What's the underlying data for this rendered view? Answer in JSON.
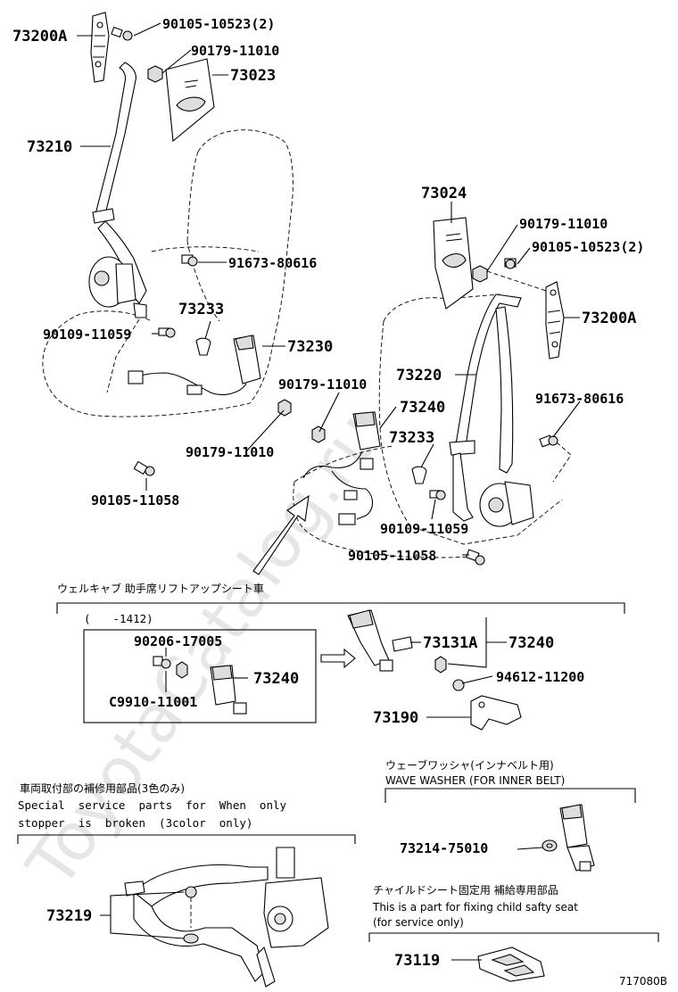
{
  "watermark": "ToyotaCatalog.ru",
  "main": {
    "labels": [
      {
        "id": "73200a-left",
        "text": "73200A",
        "big": true
      },
      {
        "id": "90105-10523-left",
        "text": "90105-10523(2)"
      },
      {
        "id": "90179-11010-a",
        "text": "90179-11010"
      },
      {
        "id": "73023",
        "text": "73023",
        "big": true
      },
      {
        "id": "73210",
        "text": "73210",
        "big": true
      },
      {
        "id": "91673-80616-left",
        "text": "91673-80616"
      },
      {
        "id": "73233-left",
        "text": "73233",
        "big": true
      },
      {
        "id": "90109-11059-left",
        "text": "90109-11059"
      },
      {
        "id": "73230",
        "text": "73230",
        "big": true
      },
      {
        "id": "90179-11010-b",
        "text": "90179-11010"
      },
      {
        "id": "90105-11058-left",
        "text": "90105-11058"
      },
      {
        "id": "73024",
        "text": "73024",
        "big": true
      },
      {
        "id": "90179-11010-c",
        "text": "90179-11010"
      },
      {
        "id": "90105-10523-right",
        "text": "90105-10523(2)"
      },
      {
        "id": "73200a-right",
        "text": "73200A",
        "big": true
      },
      {
        "id": "73220",
        "text": "73220",
        "big": true
      },
      {
        "id": "91673-80616-right",
        "text": "91673-80616"
      },
      {
        "id": "90179-11010-d",
        "text": "90179-11010"
      },
      {
        "id": "73240-main",
        "text": "73240",
        "big": true
      },
      {
        "id": "73233-right",
        "text": "73233",
        "big": true
      },
      {
        "id": "90109-11059-right",
        "text": "90109-11059"
      },
      {
        "id": "90105-11058-right",
        "text": "90105-11058"
      }
    ]
  },
  "welcab": {
    "header": "ウェルキャブ 助手席リフトアップシート車",
    "date_range": "(　　-1412)",
    "labels": [
      {
        "id": "90206-17005",
        "text": "90206-17005"
      },
      {
        "id": "c9910-11001",
        "text": "C9910-11001"
      },
      {
        "id": "73240-box",
        "text": "73240",
        "big": true
      },
      {
        "id": "73131a",
        "text": "73131A",
        "big": true
      },
      {
        "id": "73240-welcab",
        "text": "73240",
        "big": true
      },
      {
        "id": "94612-11200",
        "text": "94612-11200"
      },
      {
        "id": "73190",
        "text": "73190",
        "big": true
      }
    ]
  },
  "stopper": {
    "jp": "車両取付部の補修用部品(3色のみ)",
    "en1": "Special  service  parts  for  When  only",
    "en2": "stopper  is  broken  (3color  only)",
    "labels": [
      {
        "id": "73219",
        "text": "73219",
        "big": true
      }
    ]
  },
  "washer": {
    "jp": "ウェーブワッシャ(インナベルト用)",
    "en": "WAVE WASHER (FOR INNER BELT)",
    "labels": [
      {
        "id": "73214-75010",
        "text": "73214-75010"
      }
    ]
  },
  "child": {
    "jp": "チャイルドシート固定用 補給専用部品",
    "en1": "This is a part for fixing child safty seat",
    "en2": "(for service only)",
    "labels": [
      {
        "id": "73119",
        "text": "73119",
        "big": true
      }
    ]
  },
  "figure_id": "717080B"
}
